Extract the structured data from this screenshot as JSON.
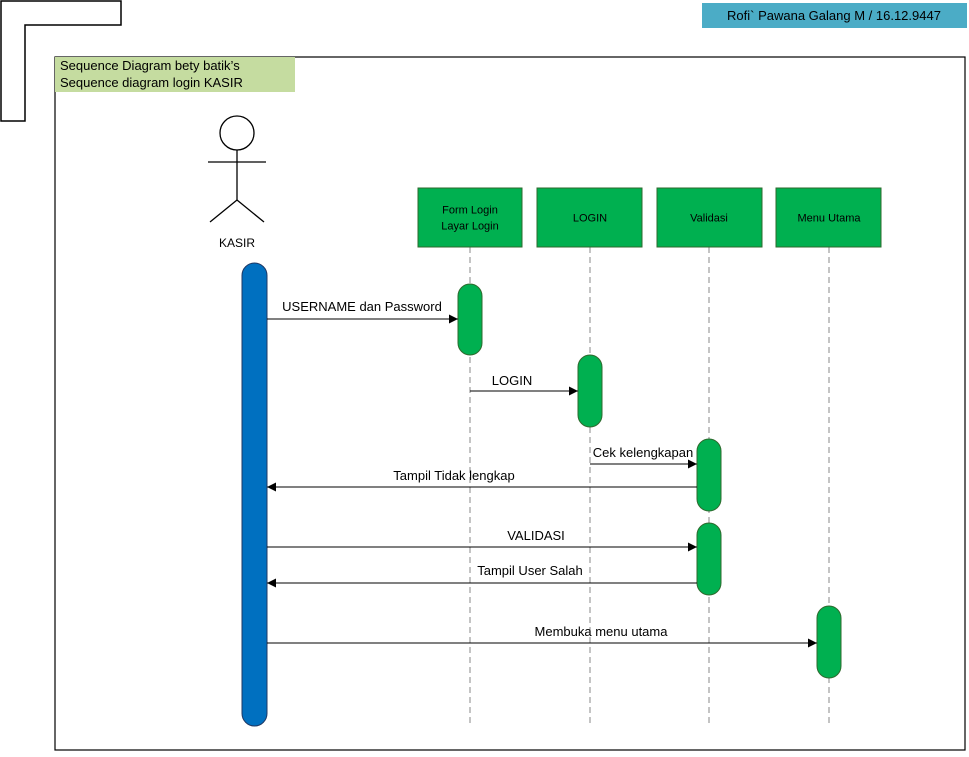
{
  "author_tag": "Rofi` Pawana Galang M / 16.12.9447",
  "title": {
    "line1": "Sequence Diagram bety batik’s",
    "line2": "Sequence diagram login KASIR"
  },
  "actor": {
    "name": "KASIR"
  },
  "lifelines": [
    {
      "id": "form_login",
      "lines": [
        "Form Login",
        "Layar Login"
      ]
    },
    {
      "id": "login",
      "lines": [
        "LOGIN"
      ]
    },
    {
      "id": "validasi",
      "lines": [
        "Validasi"
      ]
    },
    {
      "id": "menu_utama",
      "lines": [
        "Menu Utama"
      ]
    }
  ],
  "messages": [
    {
      "from": "actor",
      "to": "form_login",
      "label": "USERNAME dan Password"
    },
    {
      "from": "form_login",
      "to": "login",
      "label": "LOGIN"
    },
    {
      "from": "login",
      "to": "validasi",
      "label": "Cek kelengkapan"
    },
    {
      "from": "validasi",
      "to": "actor",
      "label": "Tampil Tidak lengkap"
    },
    {
      "from": "actor",
      "to": "validasi",
      "label": "VALIDASI"
    },
    {
      "from": "validasi",
      "to": "actor",
      "label": "Tampil User Salah"
    },
    {
      "from": "actor",
      "to": "menu_utama",
      "label": "Membuka menu utama"
    }
  ],
  "colors": {
    "title_bg": "#c5dca0",
    "author_bg": "#4bacc6",
    "lifeline_box": "#00b050",
    "activation": "#00b050",
    "actor_activation": "#0070c0",
    "line": "#000000"
  }
}
